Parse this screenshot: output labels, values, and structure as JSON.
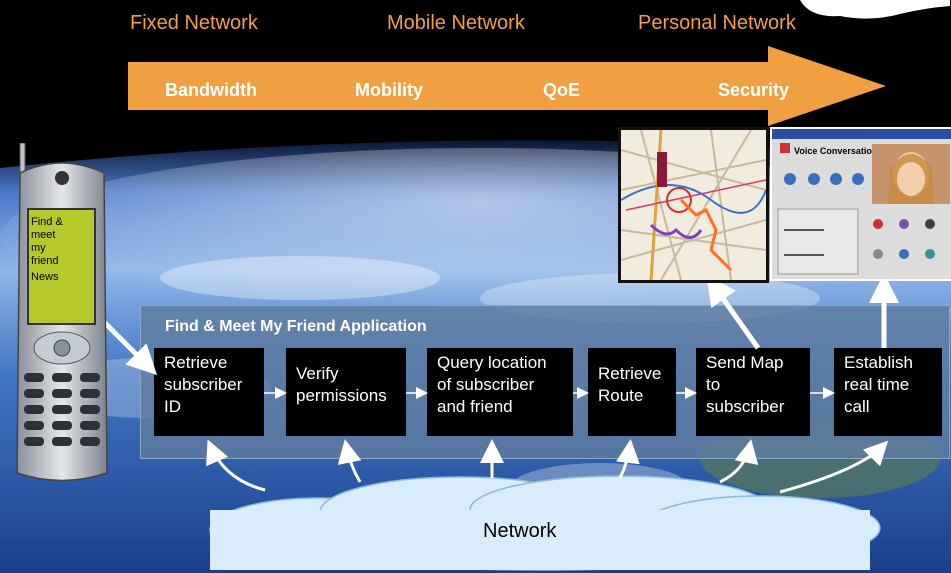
{
  "header": {
    "fixed_network": "Fixed Network",
    "mobile_network": "Mobile Network",
    "personal_network": "Personal Network"
  },
  "arrow": {
    "bandwidth": "Bandwidth",
    "mobility": "Mobility",
    "qoe": "QoE",
    "security": "Security"
  },
  "app": {
    "title": "Find & Meet My Friend Application",
    "steps": [
      [
        "Retrieve",
        "subscriber",
        "ID"
      ],
      [
        "Verify",
        "permissions"
      ],
      [
        "Query location",
        "of subscriber",
        "and friend"
      ],
      [
        "Retrieve",
        "Route"
      ],
      [
        "Send Map",
        "to",
        "subscriber"
      ],
      [
        "Establish",
        "real time",
        "call"
      ]
    ]
  },
  "phone": {
    "screen_lines": [
      "Find &",
      "meet",
      "my",
      "friend",
      "News"
    ]
  },
  "voice_window": {
    "title": "Voice Conversation"
  },
  "cloud": {
    "label": "Network"
  },
  "colors": {
    "header_text": "#f0a040",
    "arrow_fill": "#f0a040",
    "panel": "#5f7da0",
    "step_box": "#000000",
    "phone_screen": "#b7c82c"
  }
}
